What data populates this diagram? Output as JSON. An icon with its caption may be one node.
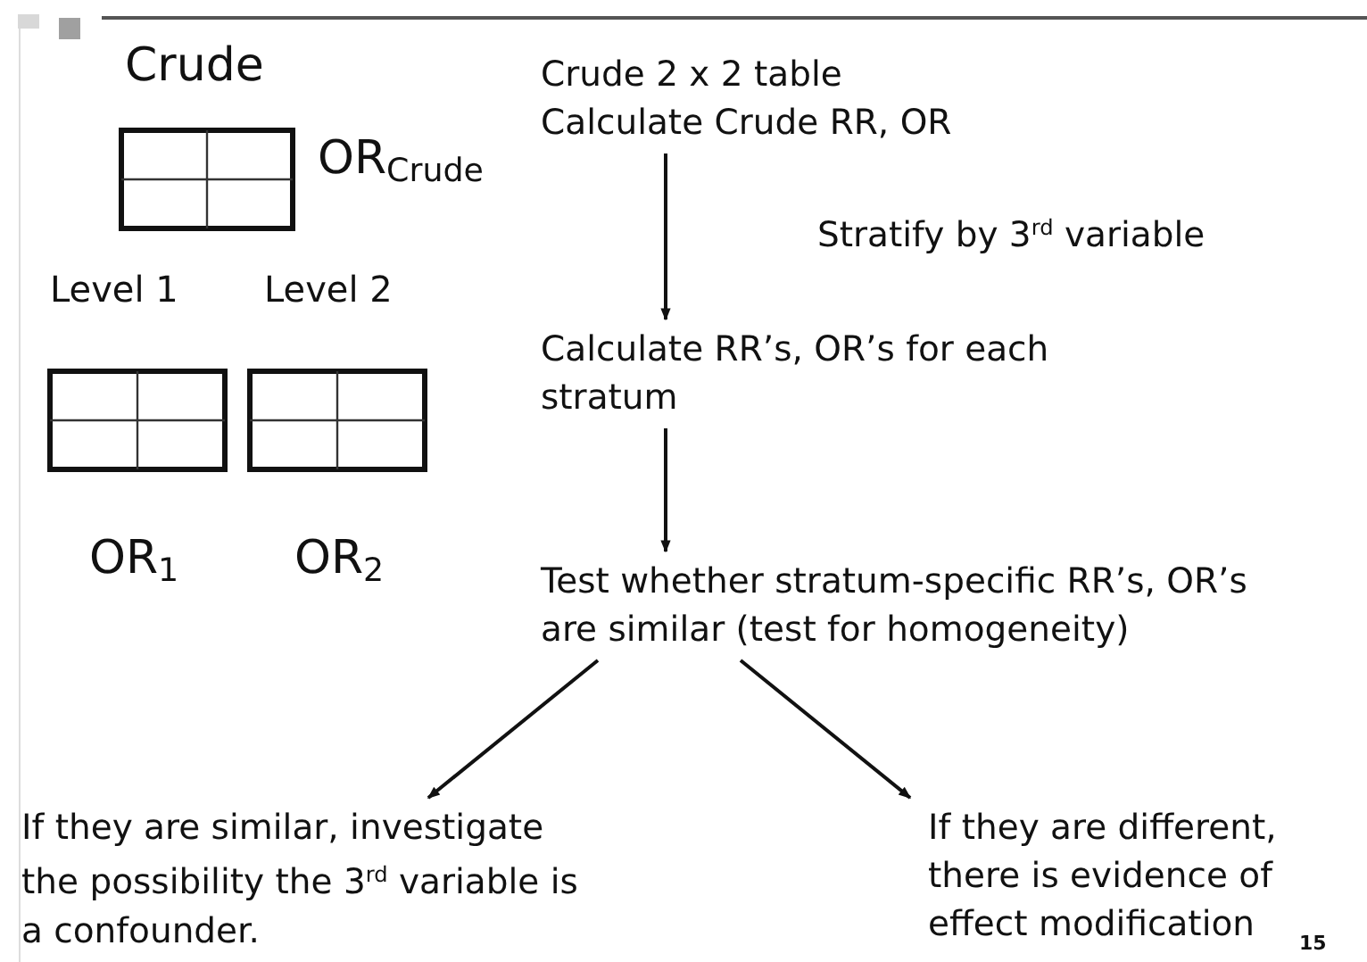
{
  "diagram": {
    "nodes": [
      {
        "text": [
          "Crude 2 x 2 table",
          "Calculate Crude RR, OR"
        ]
      },
      {
        "text": [
          "Calculate RR’s, OR’s for each stratum"
        ]
      },
      {
        "text": [
          "Test whether stratum-specific RR’s, OR’s are similar (test for homogeneity)"
        ]
      },
      {
        "text": [
          "If they are similar, investigate the possibility the 3$^{rd}$ variable is a confounder."
        ]
      },
      {
        "text": [
          "If they are different, there is evidence of effect modification"
        ]
      }
    ],
    "edges": [
      {
        "from": 0,
        "to": 1,
        "arrow": "to"
      },
      {
        "from": 1,
        "to": 2,
        "arrow": "to"
      },
      {
        "from": 2,
        "to": 3,
        "arrow": "to"
      },
      {
        "from": 2,
        "to": 4,
        "arrow": "to"
      }
    ],
    "labels": [
      "Crude",
      "OR$_{Crude}$",
      "Stratify by 3$^{rd}$ variable",
      "Level 1",
      "Level 2",
      "OR$_{1}$",
      "OR$_{2}$",
      "15"
    ]
  }
}
